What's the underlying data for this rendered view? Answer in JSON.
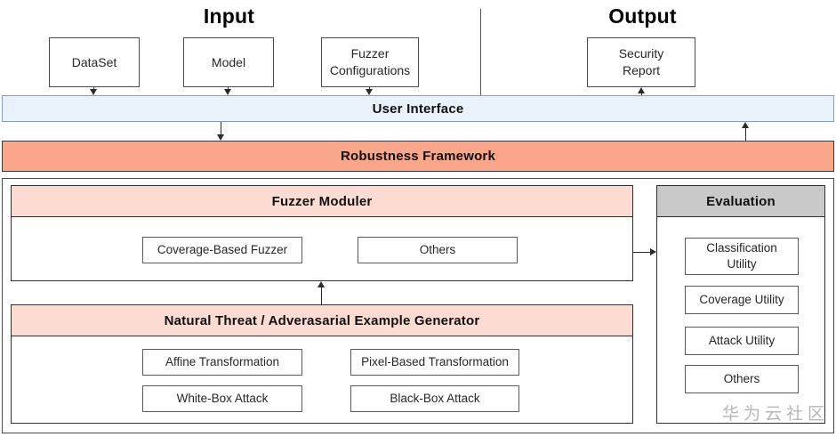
{
  "diagram": {
    "title_input": "Input",
    "title_output": "Output",
    "input_boxes": [
      {
        "label": "DataSet"
      },
      {
        "label": "Model"
      },
      {
        "label": "Fuzzer\nConfigurations"
      }
    ],
    "output_boxes": [
      {
        "label": "Security\nReport"
      }
    ],
    "bars": [
      {
        "label": "User Interface",
        "color": "#e9f1fa"
      },
      {
        "label": "Robustness Framework",
        "color": "#faa68b"
      }
    ],
    "modules": [
      {
        "title": "Fuzzer Moduler",
        "header_color": "#fcdcd2",
        "items": [
          {
            "label": "Coverage-Based Fuzzer"
          },
          {
            "label": "Others"
          }
        ]
      },
      {
        "title": "Natural Threat / Adverasarial Example Generator",
        "header_color": "#fcdcd2",
        "items": [
          {
            "label": "Affine Transformation"
          },
          {
            "label": "Pixel-Based Transformation"
          },
          {
            "label": "White-Box Attack"
          },
          {
            "label": "Black-Box Attack"
          }
        ]
      },
      {
        "title": "Evaluation",
        "header_color": "#c9c9c9",
        "items": [
          {
            "label": "Classification\nUtility"
          },
          {
            "label": "Coverage Utility"
          },
          {
            "label": "Attack Utility"
          },
          {
            "label": "Others"
          }
        ]
      }
    ],
    "watermark": "华为云社区"
  }
}
